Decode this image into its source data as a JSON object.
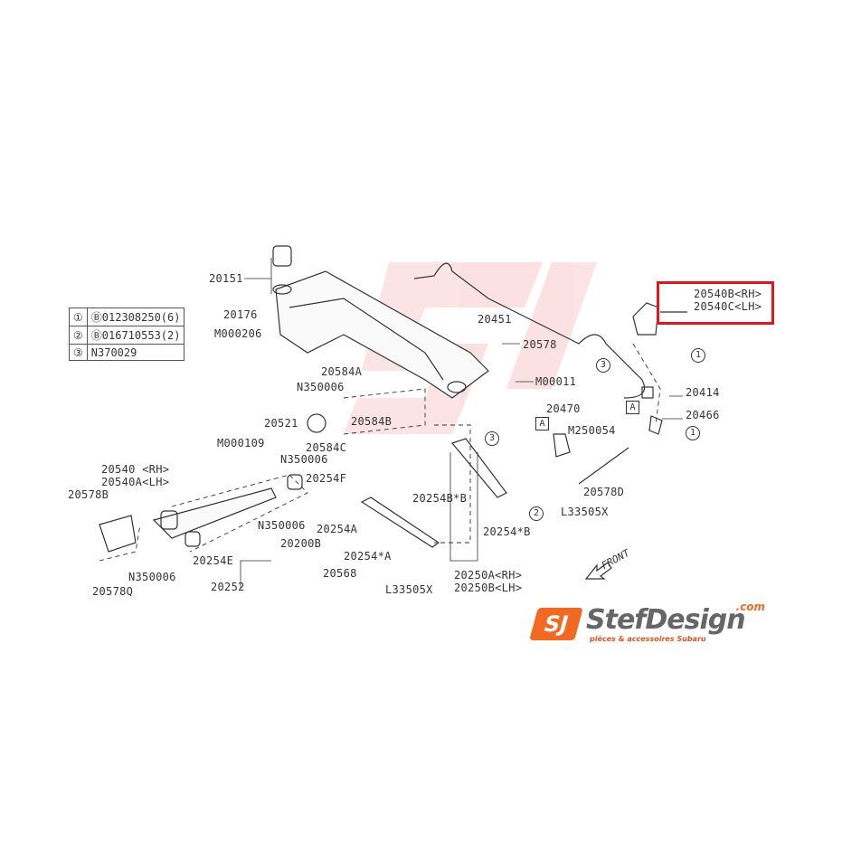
{
  "legend": [
    {
      "marker": "①",
      "text": "Ⓑ012308250(6)"
    },
    {
      "marker": "②",
      "text": "Ⓑ016710553(2)"
    },
    {
      "marker": "③",
      "text": "N370029"
    }
  ],
  "labels": {
    "p20151": "20151",
    "p20176": "20176",
    "pM000206": "M000206",
    "p20451": "20451",
    "p20578": "20578",
    "pM00011": "M00011",
    "p20584A": "20584A",
    "pN350006a": "N350006",
    "p20521": "20521",
    "p20584B": "20584B",
    "p20584C": "20584C",
    "pN350006b": "N350006",
    "p20254F": "20254F",
    "pM000109": "M000109",
    "p20540RH": "20540 <RH>",
    "p20540ALH": "20540A<LH>",
    "p20578B": "20578B",
    "pN350006c": "N350006",
    "p20254A": "20254A",
    "p20200B": "20200B",
    "p20254xA": "20254*A",
    "p20254E": "20254E",
    "pN350006d": "N350006",
    "p20568": "20568",
    "p20252": "20252",
    "p20578Q": "20578Q",
    "pL33505Xa": "L33505X",
    "p20250ARH": "20250A<RH>",
    "p20250BLH": "20250B<LH>",
    "p20254BxB": "20254B*B",
    "p20254xB": "20254*B",
    "p20470": "20470",
    "pM250054": "M250054",
    "p20578D": "20578D",
    "pL33505Xb": "L33505X",
    "p20414": "20414",
    "p20466": "20466",
    "p20540BRH": "20540B<RH>",
    "p20540CLH": "20540C<LH>"
  },
  "markers": {
    "one": "1",
    "two": "2",
    "three": "3",
    "ref": "A"
  },
  "front": "FRONT",
  "highlight_color": "#e3161e",
  "logo": {
    "mark": "SJ",
    "name": "StefDesign",
    "dotcom": ".com",
    "tagline": "pièces & accessoires Subaru",
    "color": "#f26a21"
  }
}
